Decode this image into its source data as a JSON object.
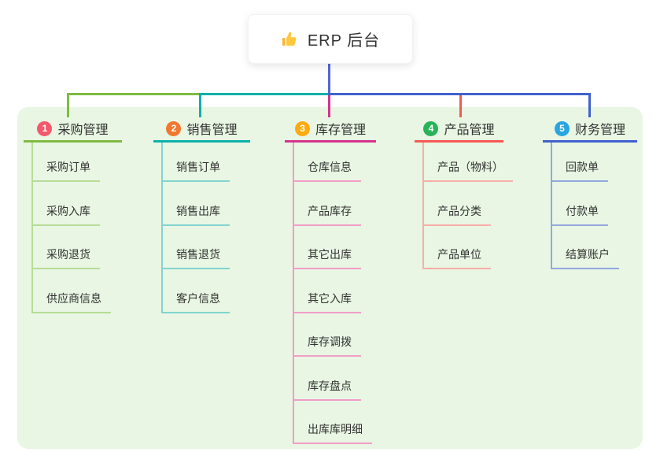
{
  "root": {
    "title": "ERP 后台",
    "icon": "thumbs-up-icon",
    "card_bg": "#ffffff",
    "connector_color": "#5566D6"
  },
  "panel": {
    "bg_color": "#E8F6E3"
  },
  "branches": [
    {
      "num": "1",
      "label": "采购管理",
      "badge_color": "#F3586B",
      "line_color": "#7FBB41",
      "light_color": "#B7DC97",
      "children": [
        "采购订单",
        "采购入库",
        "采购退货",
        "供应商信息"
      ]
    },
    {
      "num": "2",
      "label": "销售管理",
      "badge_color": "#F2772F",
      "line_color": "#0FB0AB",
      "light_color": "#82D4D0",
      "children": [
        "销售订单",
        "销售出库",
        "销售退货",
        "客户信息"
      ]
    },
    {
      "num": "3",
      "label": "库存管理",
      "badge_color": "#FFAA0E",
      "line_color": "#D5338F",
      "light_color": "#F29CC8",
      "children": [
        "仓库信息",
        "产品库存",
        "其它出库",
        "其它入库",
        "库存调拨",
        "库存盘点",
        "出库库明细"
      ]
    },
    {
      "num": "4",
      "label": "产品管理",
      "badge_color": "#28B35A",
      "line_color": "#F55A52",
      "light_color": "#F9AFA9",
      "children": [
        "产品（物料）",
        "产品分类",
        "产品单位"
      ]
    },
    {
      "num": "5",
      "label": "财务管理",
      "badge_color": "#29A6E1",
      "line_color": "#4062CF",
      "light_color": "#93A8DF",
      "children": [
        "回款单",
        "付款单",
        "结算账户"
      ]
    }
  ]
}
